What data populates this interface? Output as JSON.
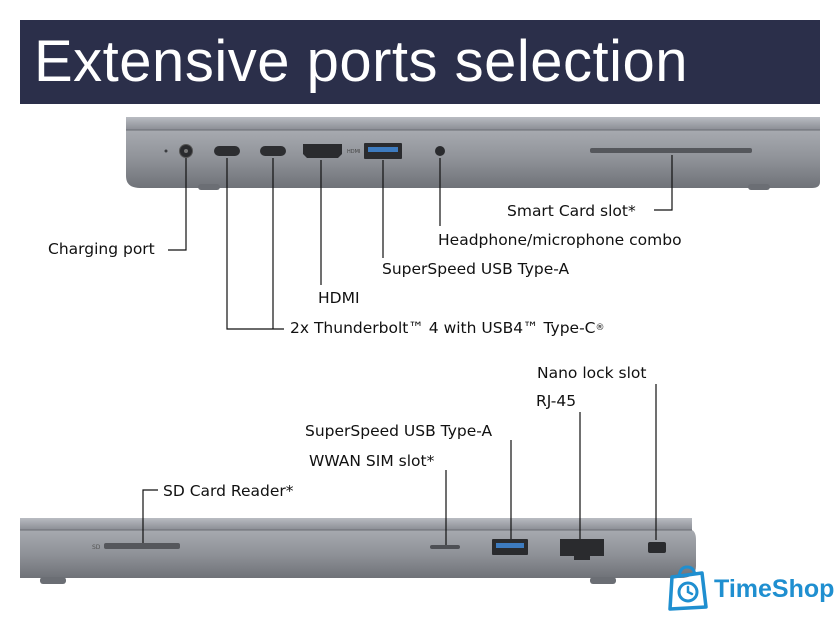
{
  "banner": {
    "title": "Extensive ports selection"
  },
  "labels_top": {
    "smart_card": "Smart Card slot*",
    "headphone": "Headphone/microphone combo",
    "charging": "Charging port",
    "usb_a": "SuperSpeed USB Type-A",
    "hdmi": "HDMI",
    "thunderbolt": "2x Thunderbolt™ 4 with USB4™ Type-C"
  },
  "labels_bottom": {
    "nano_lock": "Nano lock slot",
    "rj45": "RJ-45",
    "usb_a": "SuperSpeed USB Type-A",
    "wwan": "WWAN SIM slot*",
    "sd_reader": "SD Card Reader*"
  },
  "port_markings": {
    "hdmi": "HDMI",
    "sd": "SD"
  },
  "logo": {
    "text": "TimeShop"
  },
  "colors": {
    "banner": "#2b2f4a",
    "chassis": "#8c8f96",
    "logo": "#1f8fd0"
  }
}
